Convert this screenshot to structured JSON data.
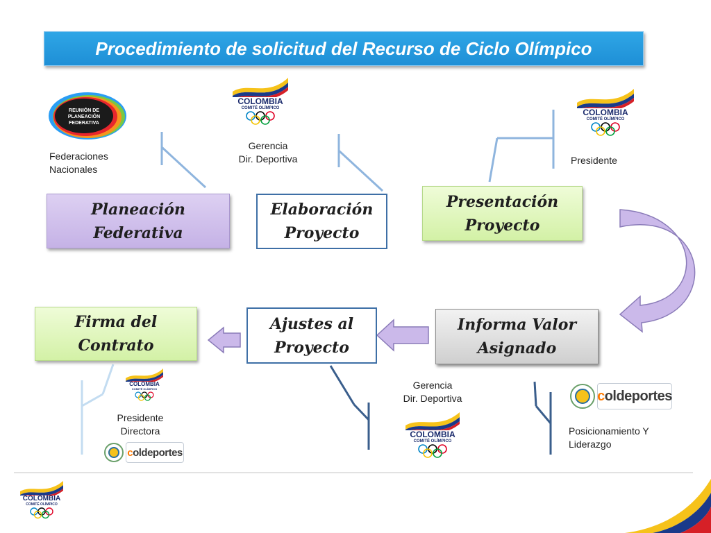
{
  "title": "Procedimiento de solicitud del Recurso de Ciclo Olímpico",
  "boxes": {
    "planeacion": "Planeación\nFederativa",
    "elaboracion": "Elaboración\nProyecto",
    "presentacion": "Presentación\nProyecto",
    "informa": "Informa Valor\nAsignado",
    "ajustes": "Ajustes al\nProyecto",
    "firma": "Firma del\nContrato"
  },
  "labels": {
    "federaciones": "Federaciones\nNacionales",
    "gerencia_top": "Gerencia\nDir. Deportiva",
    "presidente_top": "Presidente",
    "gerencia_bottom": "Gerencia\nDir. Deportiva",
    "posicionamiento": "Posicionamiento Y\nLiderazgo",
    "presidente_directora": "Presidente\nDirectora"
  },
  "logos": {
    "colombia_name": "COLOMBIA",
    "colombia_sub": "COMITÉ OLÍMPICO",
    "coldeportes_c": "c",
    "coldeportes_rest": "oldeportes",
    "fed_logo_text": "REUNIÓN DE\nPLANEACIÓN\nFEDERATIVA"
  },
  "colors": {
    "title_bg": "#1e8fd6",
    "purple_box": "#c5b2e6",
    "green_box": "#d3f1a6",
    "blue_border": "#3e6fa6",
    "gray_box": "#cfcfcf",
    "arrow_fill": "#cbb9ea",
    "connector_light": "#8fb5de",
    "connector_dark": "#3a5e8c"
  }
}
